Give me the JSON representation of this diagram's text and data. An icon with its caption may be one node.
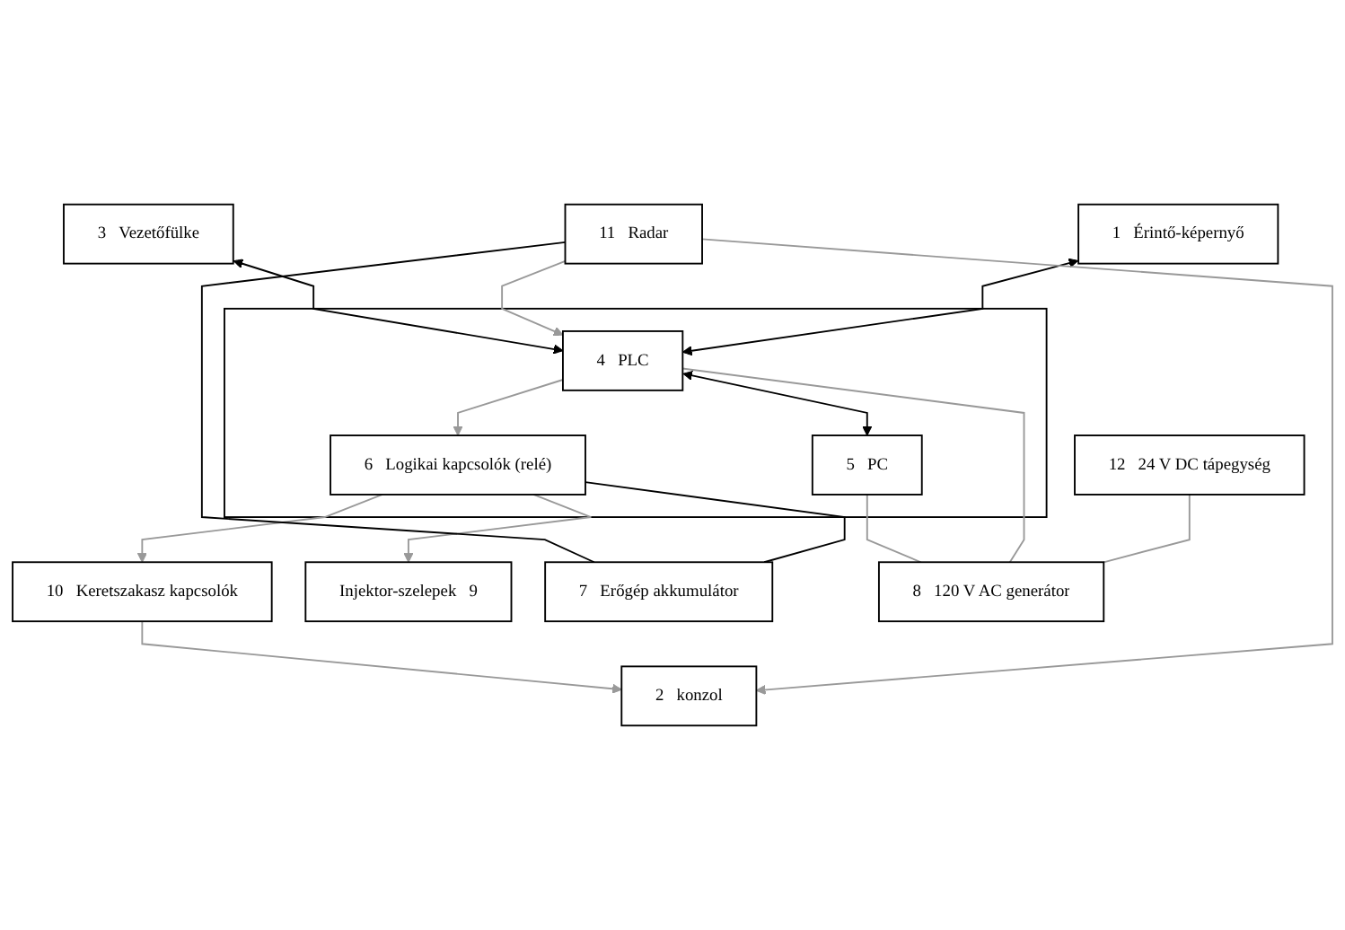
{
  "diagram": {
    "nodes": [
      {
        "text": [
          "1",
          "Érintő-képernyő"
        ]
      },
      {
        "text": [
          "2",
          "konzol"
        ]
      },
      {
        "text": [
          "3",
          "Vezetőfülke"
        ]
      },
      {
        "text": [],
        "shape": "box"
      },
      {
        "text": [
          "4",
          "PLC"
        ],
        "in": 3
      },
      {
        "text": [
          "5",
          "PC"
        ],
        "in": 3
      },
      {
        "text": [
          "6",
          "Logikai kapcsolók (relé)"
        ],
        "in": 3
      },
      {
        "text": [
          "12",
          "24 V DC tápegység"
        ]
      },
      {
        "text": [
          "10",
          "Keretszakasz kapcsolók"
        ]
      },
      {
        "text": [
          "11",
          "Radar"
        ]
      },
      {
        "text": [
          "Injektor-szelepek",
          "9"
        ]
      },
      {
        "text": [
          "7",
          "Erőgép akkumulátor"
        ]
      },
      {
        "text": [
          "8",
          "120 V AC generátor"
        ]
      }
    ],
    "edges": [
      {
        "from": 0,
        "to": 4,
        "arrow": "both",
        "color": "#000000"
      },
      {
        "from": 9,
        "to": 1,
        "arrow": "to"
      },
      {
        "from": 9,
        "to": 4,
        "arrow": "to"
      },
      {
        "from": 2,
        "to": 4,
        "arrow": "both",
        "color": "#000000"
      },
      {
        "from": 8,
        "to": 1,
        "arrow": "to"
      },
      {
        "from": 4,
        "to": 5,
        "arrow": "both",
        "color": "#000000"
      },
      {
        "from": 4,
        "to": 6,
        "arrow": "to"
      },
      {
        "from": 6,
        "to": 10,
        "arrow": "to"
      },
      {
        "from": 6,
        "to": 8,
        "arrow": "to"
      },
      {
        "from": 6,
        "to": 11,
        "arrow": "none",
        "color": "#000000"
      },
      {
        "from": 9,
        "to": 11,
        "arrow": "none",
        "color": "#000000"
      },
      {
        "from": 7,
        "to": 12,
        "arrow": "none"
      },
      {
        "from": 4,
        "to": 12,
        "arrow": "none"
      },
      {
        "from": 5,
        "to": 12,
        "arrow": "none"
      }
    ]
  }
}
